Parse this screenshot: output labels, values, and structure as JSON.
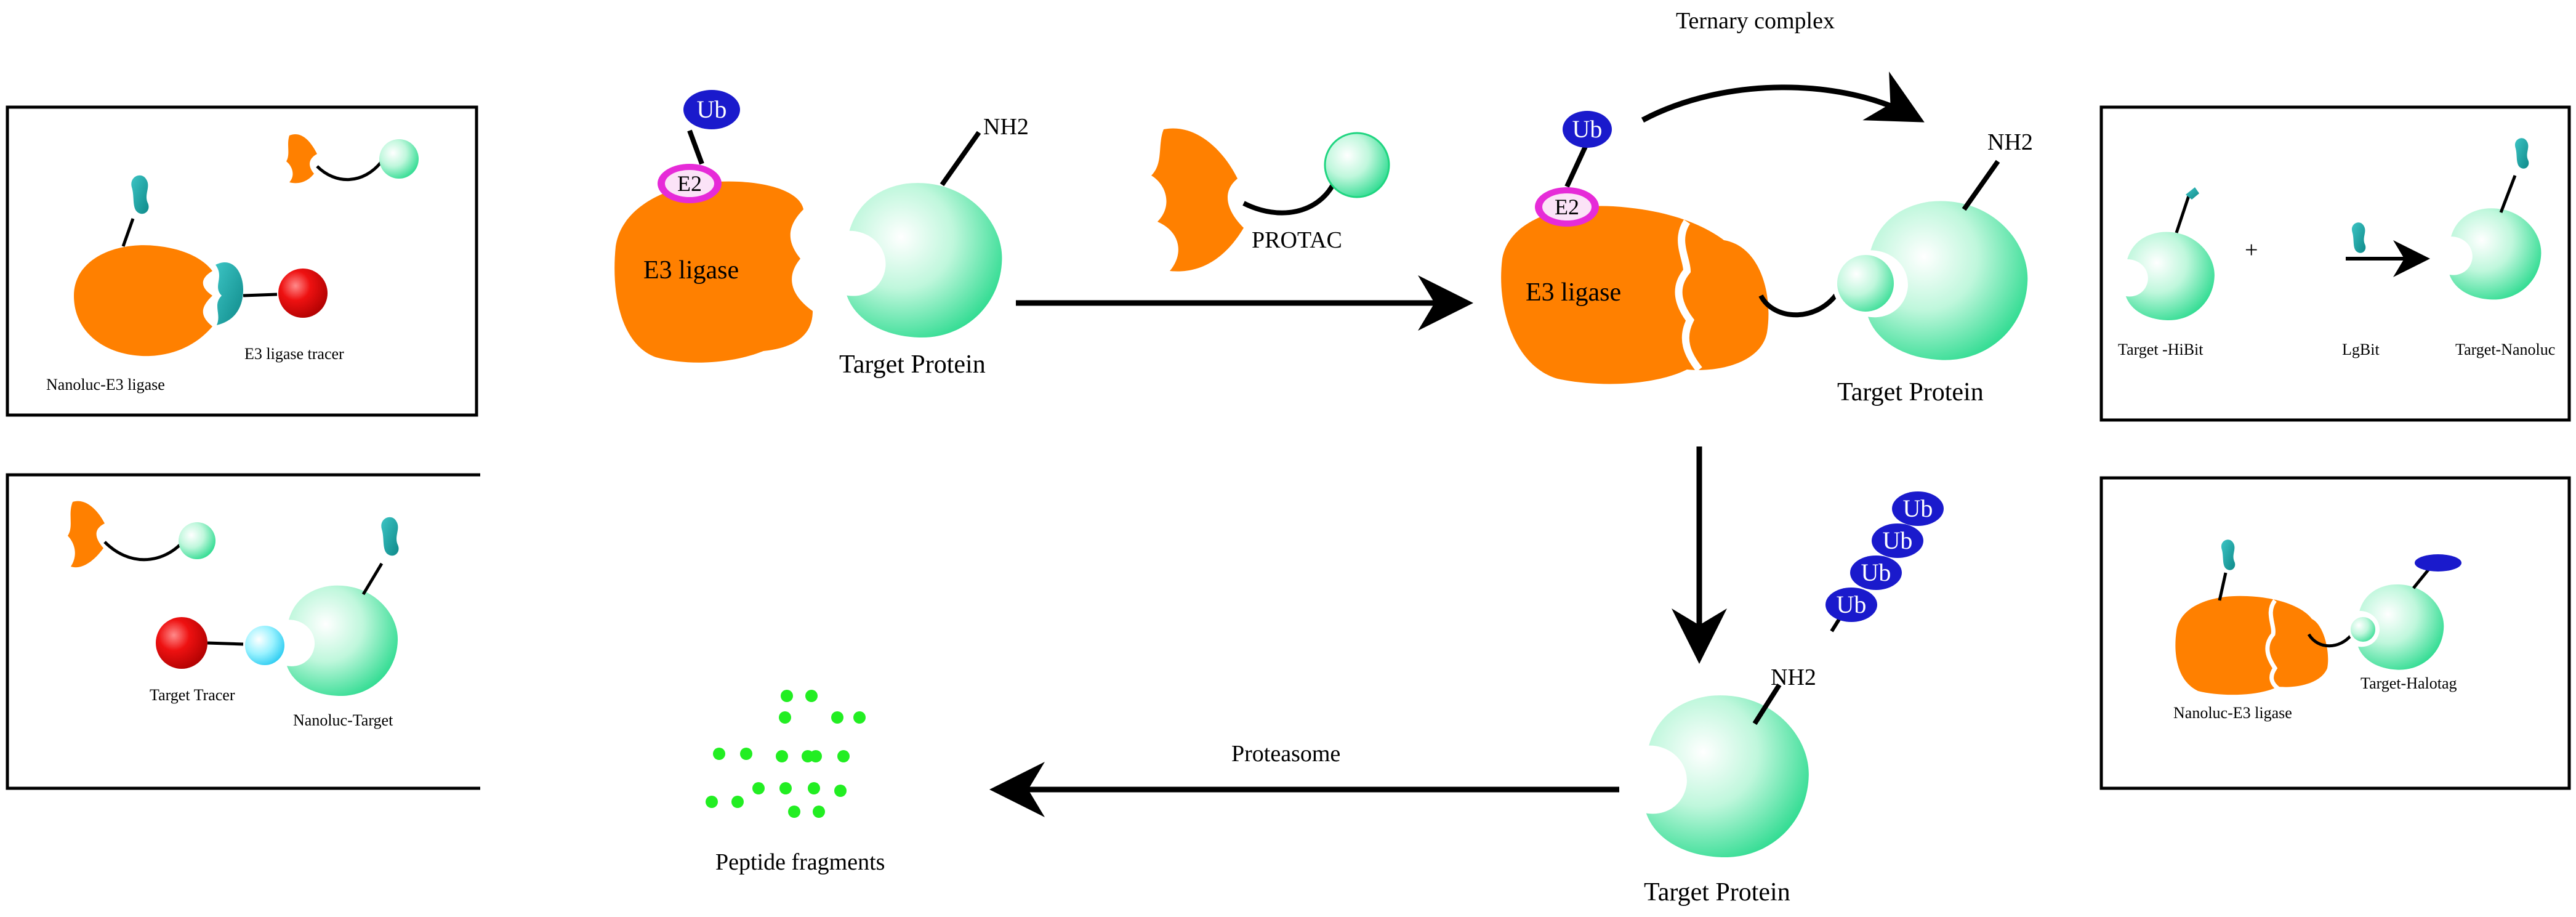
{
  "labels": {
    "ternary_complex": "Ternary complex",
    "protac": "PROTAC",
    "e3_ligase_left": "E3 ligase",
    "e3_ligase_right": "E3 ligase",
    "target_protein_left": "Target Protein",
    "target_protein_right": "Target Protein",
    "target_protein_bottom": "Target Protein",
    "nh2_left": "NH2",
    "nh2_right": "NH2",
    "nh2_bottom": "NH2",
    "e2_left": "E2",
    "e2_right": "E2",
    "ub": "Ub",
    "proteasome": "Proteasome",
    "peptide_fragments": "Peptide fragments"
  },
  "panels": {
    "top_left": {
      "nanoluc_e3": "Nanoluc-E3 ligase",
      "e3_tracer": "E3 ligase tracer"
    },
    "bottom_left": {
      "target_tracer": "Target Tracer",
      "nanoluc_target": "Nanoluc-Target"
    },
    "top_right": {
      "target_hibit": "Target -HiBit",
      "plus": "+",
      "lgbit": "LgBit",
      "target_nanoluc": "Target-Nanoluc"
    },
    "bottom_right": {
      "nanoluc_e3": "Nanoluc-E3 ligase",
      "target_halotag": "Target-Halotag"
    }
  },
  "colors": {
    "e3_orange": "#ff8000",
    "ub_blue": "#1a1acc",
    "e2_magenta": "#e62bd8",
    "target_green": "#34e39a",
    "tag_teal": "#1aa9a9",
    "tracer_red": "#e60000",
    "peptide_green": "#22ee22",
    "tracer_cyan": "#55e8ff"
  }
}
